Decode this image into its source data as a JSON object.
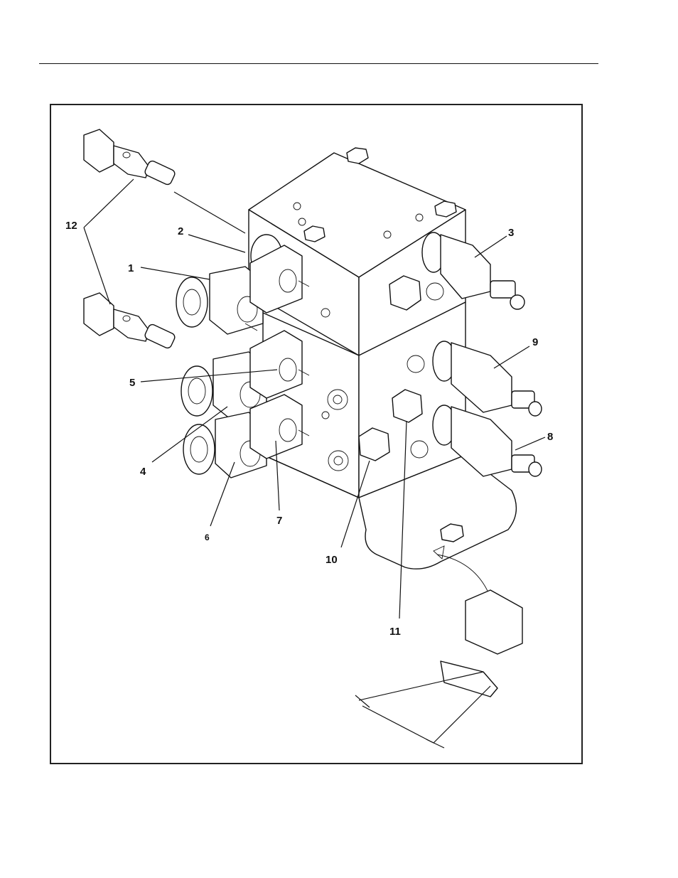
{
  "figure": {
    "callouts": [
      {
        "id": "c1",
        "label": "1"
      },
      {
        "id": "c2",
        "label": "2"
      },
      {
        "id": "c3",
        "label": "3"
      },
      {
        "id": "c4",
        "label": "4"
      },
      {
        "id": "c5",
        "label": "5"
      },
      {
        "id": "c6",
        "label": "6"
      },
      {
        "id": "c7",
        "label": "7"
      },
      {
        "id": "c8",
        "label": "8"
      },
      {
        "id": "c9",
        "label": "9"
      },
      {
        "id": "c10",
        "label": "10"
      },
      {
        "id": "c11",
        "label": "11"
      },
      {
        "id": "c12",
        "label": "12"
      }
    ]
  }
}
